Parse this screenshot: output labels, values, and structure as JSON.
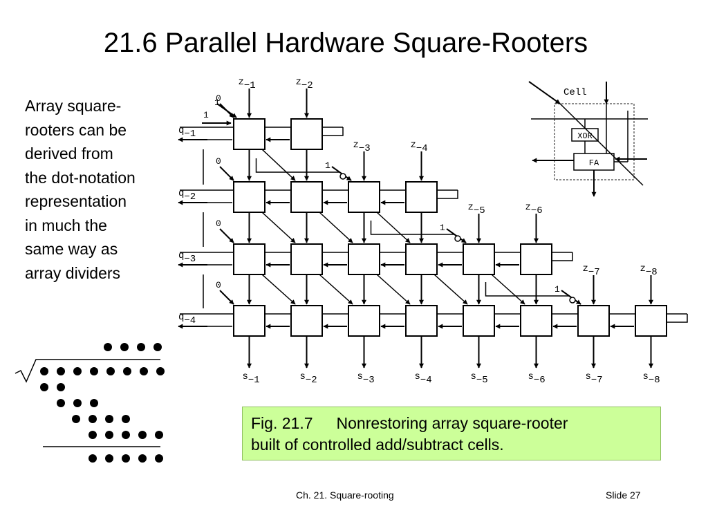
{
  "slide": {
    "title": "21.6  Parallel Hardware Square-Rooters",
    "intro_lines": [
      "Array square-",
      "rooters can be",
      "derived from",
      "the dot-notation",
      "representation",
      "in much the",
      "same way as",
      "array dividers"
    ],
    "caption": {
      "figure_number": "Fig. 21.7",
      "text_line1": "Nonrestoring array square-rooter",
      "text_line2": "built of controlled add/subtract cells."
    },
    "footer": {
      "chapter": "Ch. 21. Square-rooting",
      "slide_number": "Slide 27"
    }
  },
  "diagram": {
    "z_labels": [
      "z",
      "z",
      "z",
      "z",
      "z",
      "z",
      "z",
      "z"
    ],
    "z_subscripts": [
      "−1",
      "−2",
      "−3",
      "−4",
      "−5",
      "−6",
      "−7",
      "−8"
    ],
    "q_labels": [
      "q",
      "q",
      "q",
      "q"
    ],
    "q_subscripts": [
      "−1",
      "−2",
      "−3",
      "−4"
    ],
    "s_labels": [
      "s",
      "s",
      "s",
      "s",
      "s",
      "s",
      "s",
      "s"
    ],
    "s_subscripts": [
      "−1",
      "−2",
      "−3",
      "−4",
      "−5",
      "−6",
      "−7",
      "−8"
    ],
    "const_zero": "0",
    "const_one": "1",
    "cell_legend": {
      "title": "Cell",
      "xor": "XOR",
      "fa": "FA"
    },
    "dot_notation": {
      "rows": [
        4,
        8,
        2,
        3,
        4,
        5,
        5
      ]
    }
  }
}
